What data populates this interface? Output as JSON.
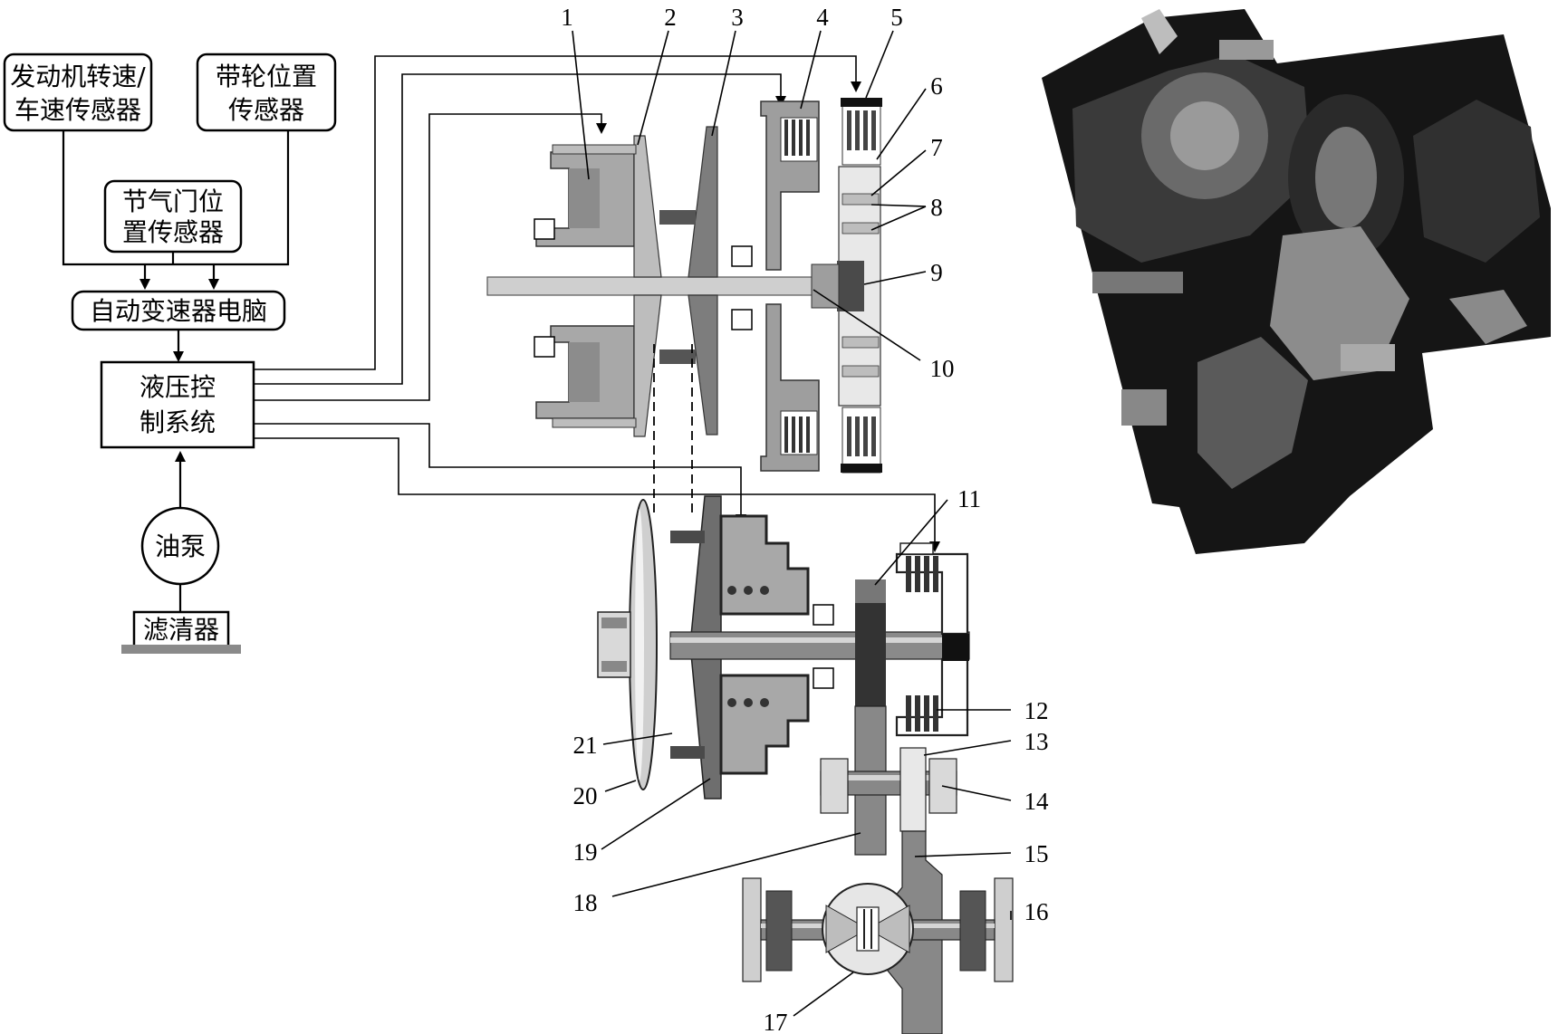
{
  "blocks": {
    "engine_speed_sensor": [
      "发动机转速/",
      "车速传感器"
    ],
    "pulley_position_sensor": [
      "带轮位置",
      "传感器"
    ],
    "throttle_position_sensor": [
      "节气门位",
      "置传感器"
    ],
    "transmission_ecu": "自动变速器电脑",
    "hydraulic_control": [
      "液压控",
      "制系统"
    ],
    "oil_pump": "油泵",
    "filter": "滤清器"
  },
  "part_numbers": [
    "1",
    "2",
    "3",
    "4",
    "5",
    "6",
    "7",
    "8",
    "9",
    "10",
    "11",
    "12",
    "13",
    "14",
    "15",
    "16",
    "17",
    "18",
    "19",
    "20",
    "21"
  ],
  "colors": {
    "light_gray": "#bdbdbd",
    "mid_gray": "#8c8c8c",
    "dark_gray": "#4a4a4a",
    "black": "#111111"
  }
}
